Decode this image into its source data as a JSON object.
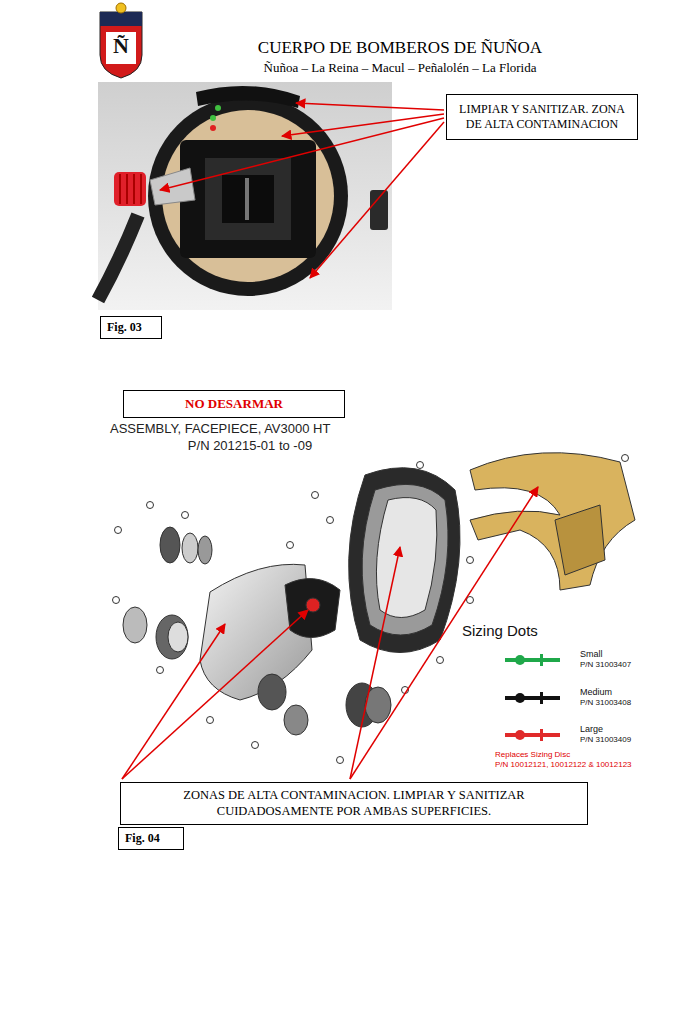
{
  "diagram": {
    "title": "CUERPO DE BOMBEROS DE ÑUÑOA",
    "nodes": [
      {
        "text": [
          "LIMPIAR Y SANITIZAR. ZONA DE ALTA CONTAMINACION"
        ]
      },
      {
        "text": [
          "Fig. 03"
        ]
      },
      {
        "text": [
          "NO DESARMAR"
        ]
      },
      {
        "text": [
          "ZONAS DE ALTA CONTAMINACION. LIMPIAR Y SANITIZAR CUIDADOSAMENTE POR AMBAS SUPERFICIES."
        ]
      },
      {
        "text": [
          "Fig. 04"
        ]
      }
    ],
    "labels": [
      "Ñ",
      "Ñuñoa – La Reina – Macul – Peñalolén – La Florida",
      "ASSEMBLY, FACEPIECE, AV3000 HT",
      "P/N 201215-01 to -09",
      "Sizing Dots",
      "Small",
      "P/N 31003407",
      "Medium",
      "P/N 31003408",
      "Large",
      "P/N 31003409",
      "Replaces Sizing Disc",
      "P/N 10012121, 10012122 & 10012123"
    ]
  }
}
